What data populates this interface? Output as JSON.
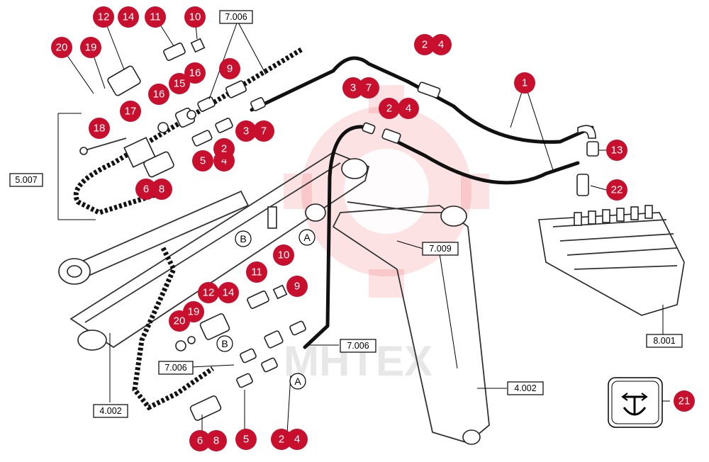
{
  "callouts": [
    {
      "label": "20"
    },
    {
      "label": "19"
    },
    {
      "label": "12"
    },
    {
      "label": "14"
    },
    {
      "label": "11"
    },
    {
      "label": "10"
    },
    {
      "label": "16"
    },
    {
      "label": "15"
    },
    {
      "label": "16"
    },
    {
      "label": "9"
    },
    {
      "label": "17"
    },
    {
      "label": "18"
    },
    {
      "label": "6"
    },
    {
      "label": "8"
    },
    {
      "label": "5"
    },
    {
      "label": "4"
    },
    {
      "label": "2"
    },
    {
      "label": "3"
    },
    {
      "label": "7"
    },
    {
      "label": "2"
    },
    {
      "label": "4"
    },
    {
      "label": "3"
    },
    {
      "label": "7"
    },
    {
      "label": "2"
    },
    {
      "label": "4"
    },
    {
      "label": "1"
    },
    {
      "label": "13"
    },
    {
      "label": "22"
    },
    {
      "label": "10"
    },
    {
      "label": "9"
    },
    {
      "label": "11"
    },
    {
      "label": "12"
    },
    {
      "label": "14"
    },
    {
      "label": "20"
    },
    {
      "label": "19"
    },
    {
      "label": "6"
    },
    {
      "label": "8"
    },
    {
      "label": "5"
    },
    {
      "label": "2"
    },
    {
      "label": "4"
    },
    {
      "label": "21"
    }
  ],
  "refs": [
    {
      "label": "7.006"
    },
    {
      "label": "5.007"
    },
    {
      "label": "7.009"
    },
    {
      "label": "8.001"
    },
    {
      "label": "7.006"
    },
    {
      "label": "7.006"
    },
    {
      "label": "4.002"
    },
    {
      "label": "4.002"
    }
  ],
  "letters": [
    {
      "label": "B"
    },
    {
      "label": "A"
    },
    {
      "label": "B"
    },
    {
      "label": "A"
    }
  ],
  "watermark": {
    "text": "MHTEX",
    "color": "#e8121c"
  },
  "colors": {
    "callout": "#c8102e",
    "line": "#000000"
  }
}
